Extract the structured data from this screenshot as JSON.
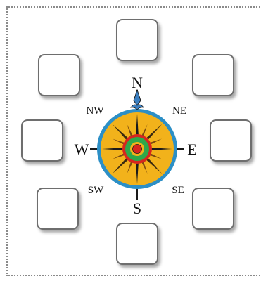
{
  "compass": {
    "labels": {
      "north": "N",
      "south": "S",
      "east": "E",
      "west": "W",
      "northeast": "NE",
      "northwest": "NW",
      "southeast": "SE",
      "southwest": "SW"
    },
    "colors": {
      "outer_ring": "#2c8fc6",
      "rose_fill": "#f2b21b",
      "rays": "#1a1a1a",
      "inner_green": "#2fa84a",
      "inner_red": "#d7261e",
      "needle": "#3a7fc1",
      "box_border": "#6e6e6e"
    }
  },
  "answer_boxes": [
    "",
    "",
    "",
    "",
    "",
    "",
    "",
    ""
  ]
}
